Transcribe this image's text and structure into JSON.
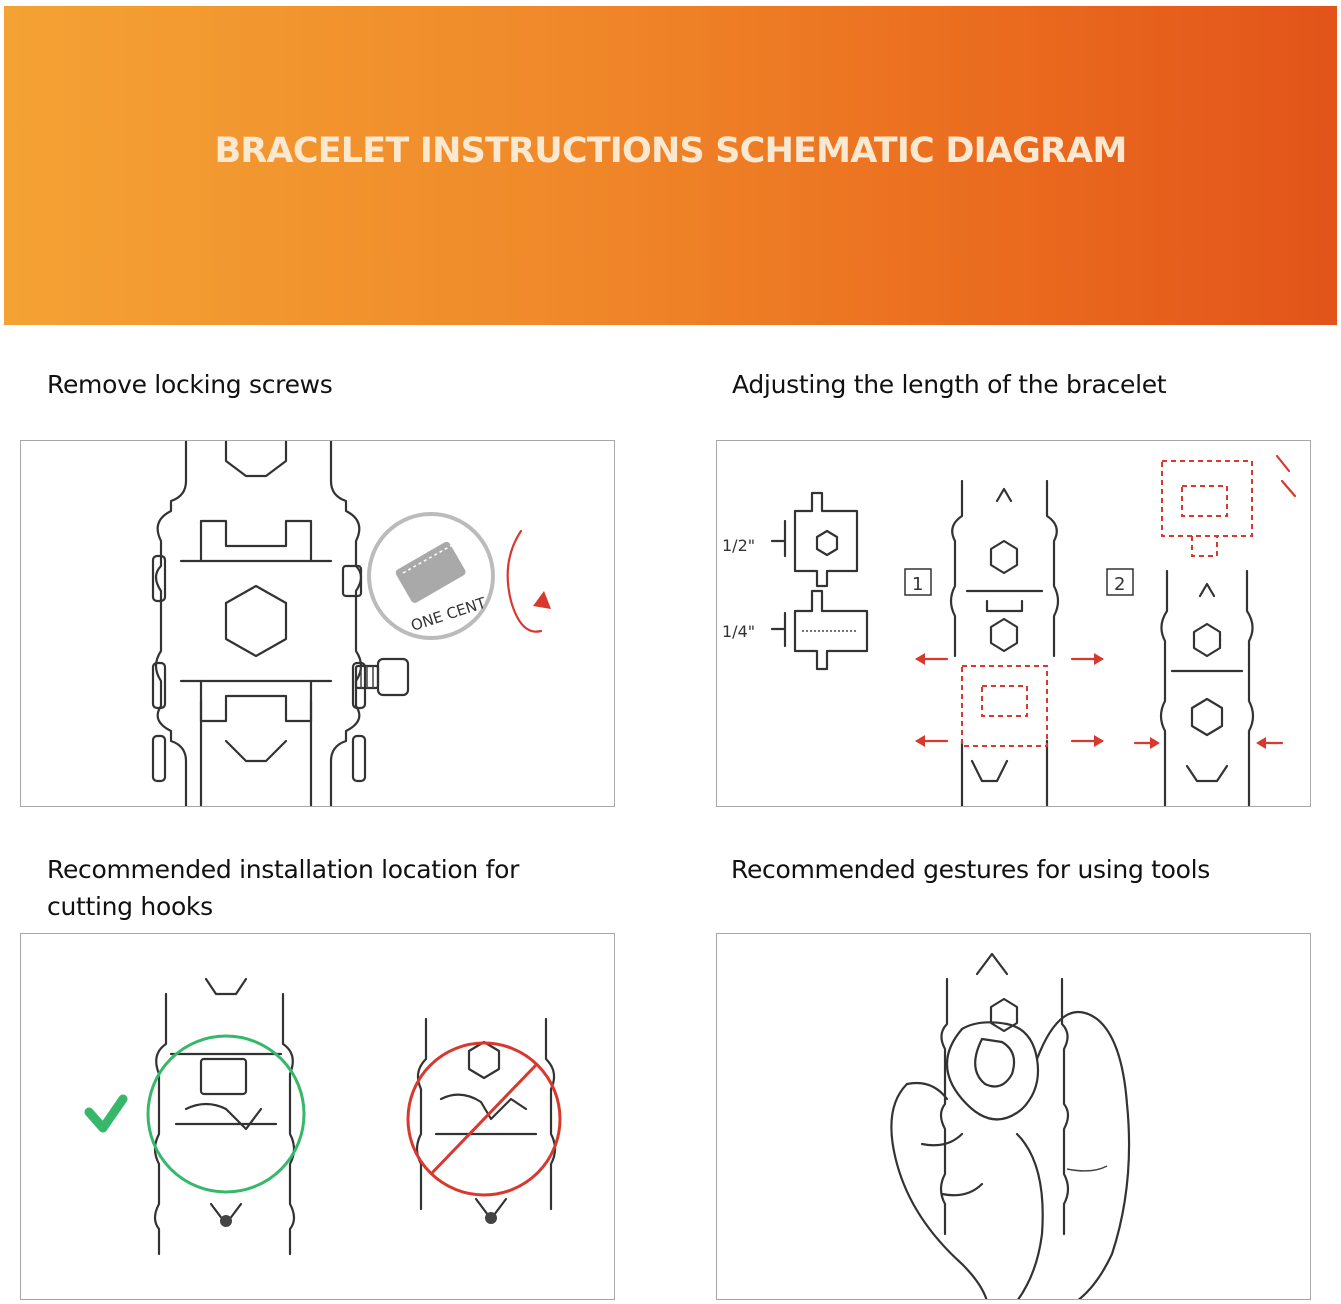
{
  "banner": {
    "title": "BRACELET INSTRUCTIONS SCHEMATIC DIAGRAM",
    "background_colors": [
      "#f4a234",
      "#e2541a"
    ],
    "title_color": "#fbe8d0"
  },
  "sections": [
    {
      "caption": "Remove locking screws"
    },
    {
      "caption": "Adjusting the length of the bracelet"
    },
    {
      "caption_line1": "Recommended installation location for",
      "caption_line2": "cutting hooks"
    },
    {
      "caption": "Recommended gestures for using tools"
    }
  ],
  "panel1": {
    "coin_text": "ONE CENT",
    "icons": [
      "bracelet-link",
      "coin-icon",
      "rotate-arrow-icon",
      "screw-icon"
    ]
  },
  "panel2": {
    "size_half": "1/2\"",
    "size_quarter": "1/4\"",
    "step1": "1",
    "step2": "2",
    "icons": [
      "wrench-link",
      "arrow-out-icon",
      "arrow-in-icon",
      "screw-icon"
    ]
  },
  "panel3": {
    "icons": [
      "check-icon",
      "correct-circle",
      "prohibited-icon"
    ]
  },
  "panel4": {
    "icons": [
      "hand-icon",
      "bracelet-link"
    ]
  },
  "colors": {
    "red": "#d8392e",
    "green": "#35b86a",
    "line": "#333333"
  }
}
